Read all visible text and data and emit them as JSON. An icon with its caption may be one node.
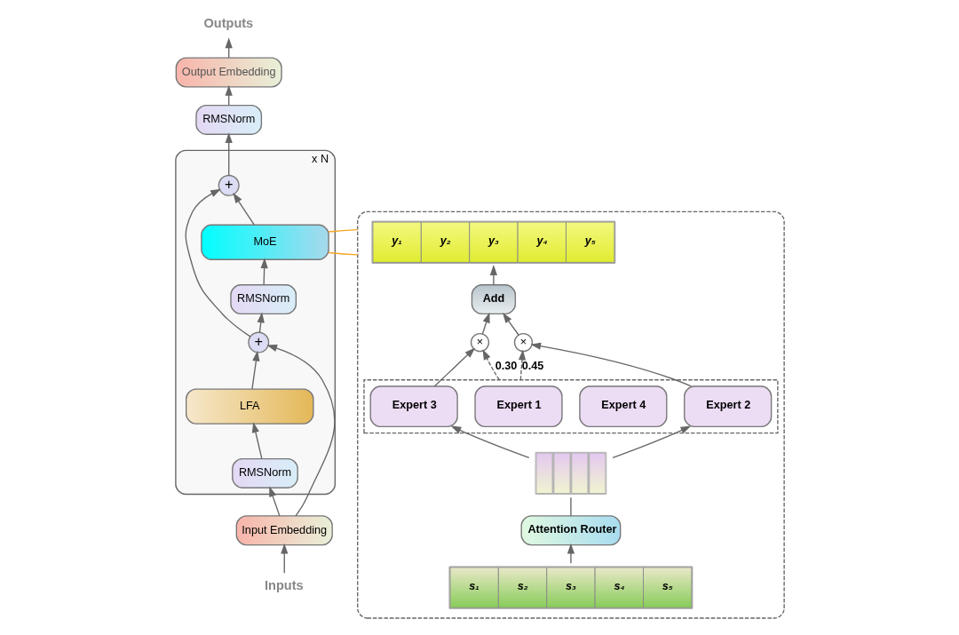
{
  "diagram": {
    "nodes": [
      {
        "text": [
          "Outputs"
        ]
      },
      {
        "text": [
          "Output Embedding"
        ]
      },
      {
        "text": [
          "RMSNorm"
        ]
      },
      {
        "text": [
          "x N"
        ]
      },
      {
        "text": [
          "+"
        ],
        "in": 3
      },
      {
        "text": [
          "MoE"
        ],
        "in": 3
      },
      {
        "text": [
          "RMSNorm"
        ],
        "in": 3
      },
      {
        "text": [
          "+"
        ],
        "in": 3
      },
      {
        "text": [
          "LFA"
        ],
        "in": 3
      },
      {
        "text": [
          "RMSNorm"
        ],
        "in": 3
      },
      {
        "text": [
          "Input Embedding"
        ]
      },
      {
        "text": [
          "Inputs"
        ]
      },
      {
        "text": [],
        "shape": "box"
      },
      {
        "text": [
          "y₁",
          "y₂",
          "y₃",
          "y₄",
          "y₅"
        ],
        "in": 12
      },
      {
        "text": [
          "Add"
        ],
        "in": 12
      },
      {
        "text": [
          "×"
        ],
        "in": 12
      },
      {
        "text": [
          "×"
        ],
        "in": 12
      },
      {
        "text": [],
        "shape": "box",
        "in": 12
      },
      {
        "text": [
          "Expert 1"
        ],
        "in": 17
      },
      {
        "text": [
          "Expert 2"
        ],
        "in": 17
      },
      {
        "text": [
          "Expert 3"
        ],
        "in": 17
      },
      {
        "text": [
          "Expert 4"
        ],
        "in": 17
      },
      {
        "text": [],
        "shape": "bar",
        "in": 12
      },
      {
        "text": [
          "Attention Router"
        ],
        "in": 12
      },
      {
        "text": [
          "s₁",
          "s₂",
          "s₃",
          "s₄",
          "s₅"
        ],
        "in": 12
      }
    ],
    "edges": [
      {
        "from": 11,
        "to": 10,
        "arrow": "to"
      },
      {
        "from": 10,
        "to": 9,
        "arrow": "to"
      },
      {
        "from": 9,
        "to": 8,
        "arrow": "to"
      },
      {
        "from": 8,
        "to": 7,
        "arrow": "to"
      },
      {
        "from": 10,
        "to": 7,
        "arrow": "to"
      },
      {
        "from": 7,
        "to": 6,
        "arrow": "to"
      },
      {
        "from": 6,
        "to": 5,
        "arrow": "to"
      },
      {
        "from": 5,
        "to": 4,
        "arrow": "to"
      },
      {
        "from": 7,
        "to": 4,
        "arrow": "to"
      },
      {
        "from": 4,
        "to": 2,
        "arrow": "to"
      },
      {
        "from": 2,
        "to": 1,
        "arrow": "to"
      },
      {
        "from": 1,
        "to": 0,
        "arrow": "to"
      },
      {
        "from": 5,
        "to": 12,
        "arrow": "none",
        "color": "#f5a623"
      },
      {
        "from": 5,
        "to": 12,
        "arrow": "none",
        "color": "#f5a623"
      },
      {
        "from": 24,
        "to": 23,
        "arrow": "to"
      },
      {
        "from": 23,
        "to": 22,
        "arrow": "none"
      },
      {
        "from": 22,
        "to": 19,
        "arrow": "to"
      },
      {
        "from": 22,
        "to": 20,
        "arrow": "to"
      },
      {
        "from": 19,
        "to": 15,
        "arrow": "to"
      },
      {
        "from": 20,
        "to": 16,
        "arrow": "to"
      },
      {
        "from": 17,
        "to": 15,
        "arrow": "to",
        "label": "0.45",
        "style": "dashed"
      },
      {
        "from": 17,
        "to": 16,
        "arrow": "to",
        "label": "0.30",
        "style": "dashed"
      },
      {
        "from": 15,
        "to": 14,
        "arrow": "to"
      },
      {
        "from": 16,
        "to": 14,
        "arrow": "to"
      },
      {
        "from": 14,
        "to": 13,
        "arrow": "to"
      }
    ]
  }
}
